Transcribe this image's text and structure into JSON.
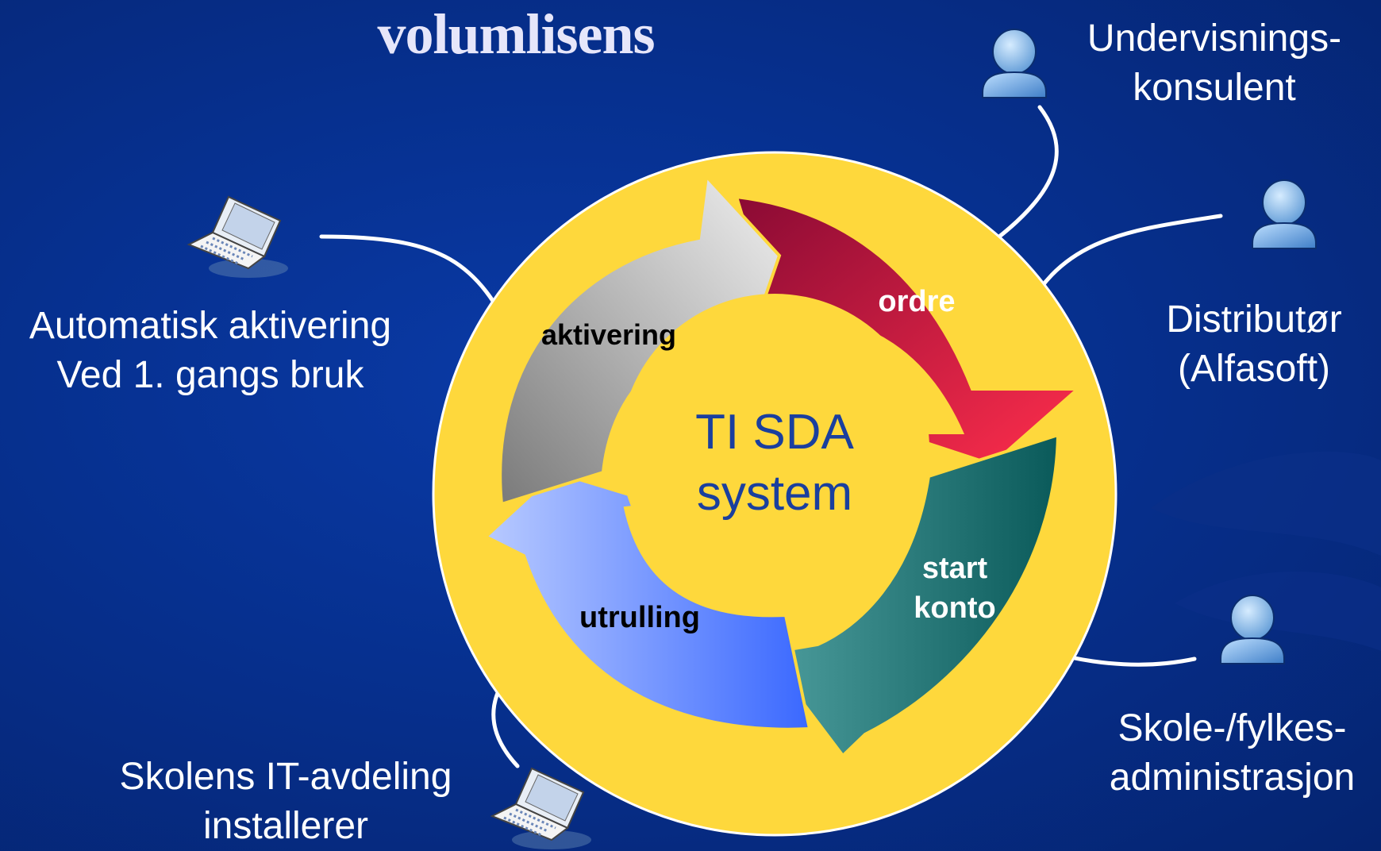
{
  "title": "volumlisens",
  "center": {
    "line1": "TI SDA",
    "line2": "system"
  },
  "cycle": {
    "ordre": "ordre",
    "start_konto_line1": "start",
    "start_konto_line2": "konto",
    "utrulling": "utrulling",
    "aktivering": "aktivering"
  },
  "actors": {
    "undervisningskonsulent": {
      "line1": "Undervisnings-",
      "line2": "konsulent"
    },
    "distributor": {
      "line1": "Distributør",
      "line2": "(Alfasoft)"
    },
    "skole_fylkes": {
      "line1": "Skole-/fylkes-",
      "line2": "administrasjon"
    },
    "skolens_it": {
      "line1": "Skolens IT-avdeling",
      "line2": "installerer"
    },
    "automatisk": {
      "line1": "Automatisk aktivering",
      "line2": "Ved 1. gangs bruk"
    }
  },
  "icons": {
    "person": "person-icon",
    "laptop": "laptop-icon"
  },
  "colors": {
    "background": "#06308f",
    "ring": "#fed83c",
    "title": "#e6e6fa",
    "center_text": "#1a3f9e",
    "ordre_arrow": "#e8284a",
    "start_konto_arrow": "#1f6b6b",
    "utrulling_arrow": "#3f6cff",
    "aktivering_arrow": "#a0a0a0"
  }
}
